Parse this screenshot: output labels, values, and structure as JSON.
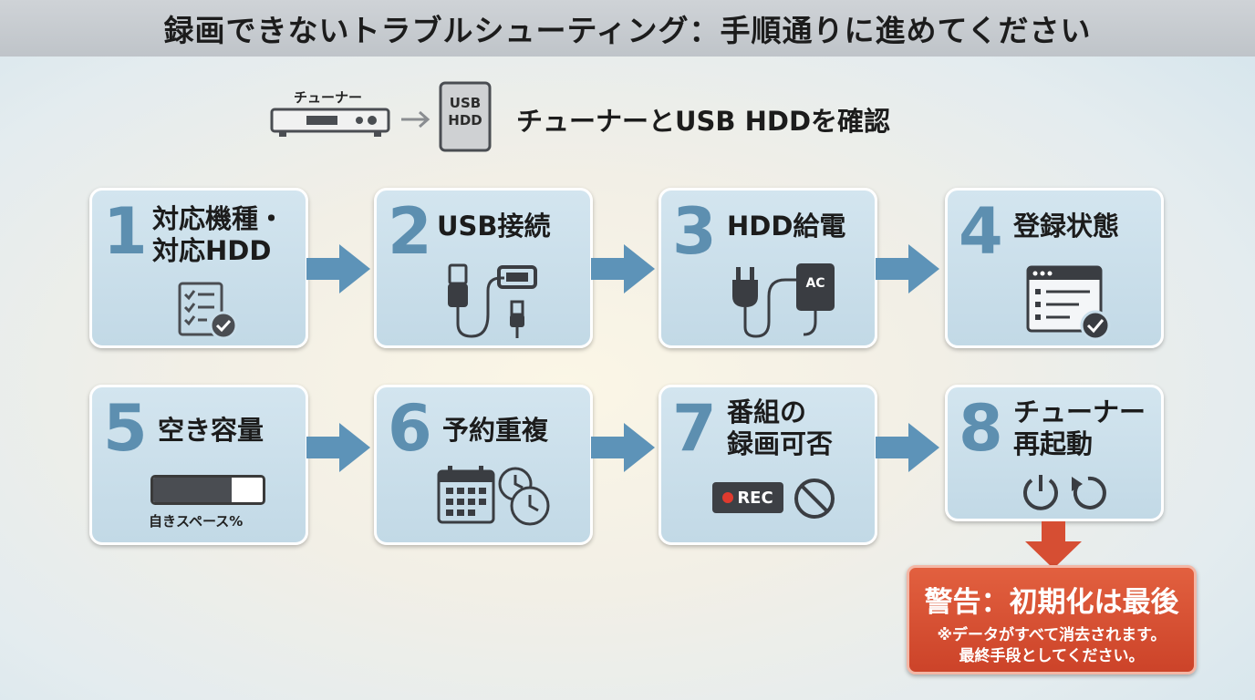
{
  "title": "録画できないトラブルシューティング：手順通りに進めてください",
  "devices": {
    "tuner_label": "チューナー",
    "hdd_line1": "USB",
    "hdd_line2": "HDD",
    "caption": "チューナーとUSB HDDを確認"
  },
  "steps": [
    {
      "number": "1",
      "lines": [
        "対応機種・",
        "対応HDD"
      ],
      "icon": "checklist-icon"
    },
    {
      "number": "2",
      "lines": [
        "USB接続"
      ],
      "icon": "usb-cable-icon"
    },
    {
      "number": "3",
      "lines": [
        "HDD給電"
      ],
      "icon": "power-plug-adapter-icon",
      "ac_label": "AC"
    },
    {
      "number": "4",
      "lines": [
        "登録状態"
      ],
      "icon": "registration-window-icon"
    },
    {
      "number": "5",
      "lines": [
        "空き容量"
      ],
      "icon": "capacity-bar",
      "capacity_label": "自きスペース%",
      "capacity_fill": 0.72
    },
    {
      "number": "6",
      "lines": [
        "予約重複"
      ],
      "icon": "calendar-clock-icon"
    },
    {
      "number": "7",
      "lines": [
        "番組の",
        "録画可否"
      ],
      "icon": "rec-prohibited-icon",
      "rec_label": "REC"
    },
    {
      "number": "8",
      "lines": [
        "チューナー",
        "再起動"
      ],
      "icon": "power-restart-icon"
    }
  ],
  "warning": {
    "title": "警告：初期化は最後",
    "note_line1": "※データがすべて消去されます。",
    "note_line2": "最終手段としてください。"
  },
  "colors": {
    "step_box": "#c8dde9",
    "step_number": "#5d8fb0",
    "arrow": "#5d93b8",
    "warning": "#d04a2f",
    "title_bar": "#c5c9ce"
  }
}
